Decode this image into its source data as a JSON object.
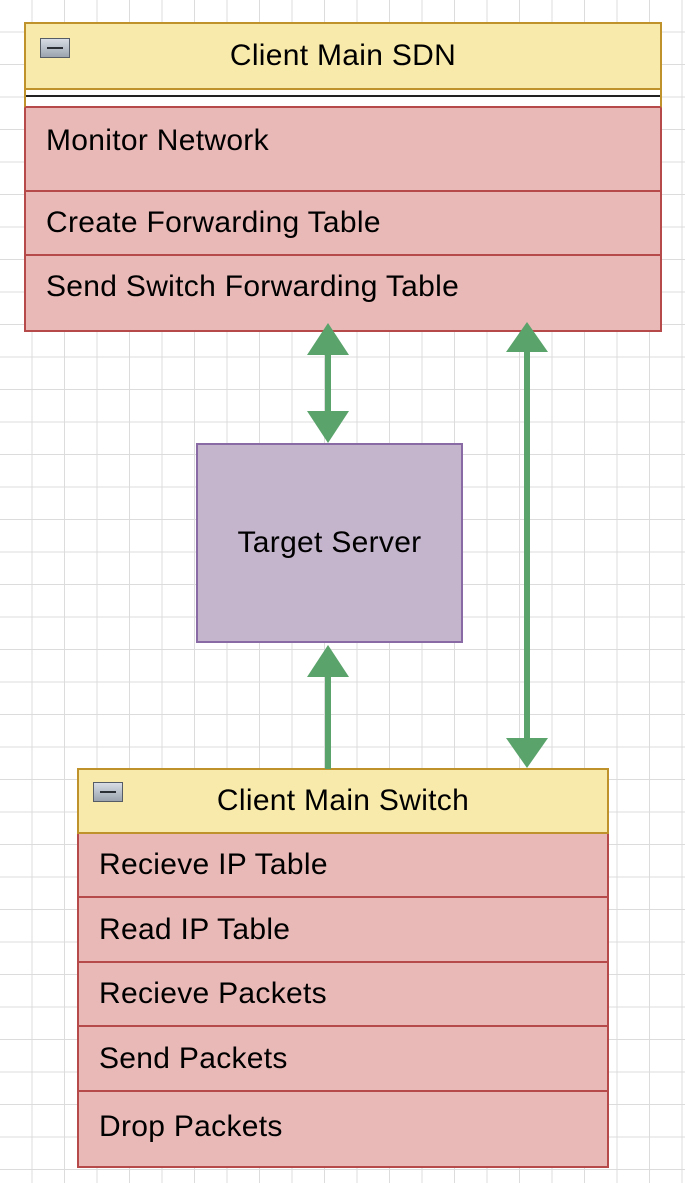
{
  "sdn": {
    "title": "Client Main SDN",
    "operations": [
      "Monitor Network",
      "Create Forwarding Table",
      "Send Switch Forwarding Table"
    ]
  },
  "server": {
    "label": "Target Server"
  },
  "switch": {
    "title": "Client Main Switch",
    "operations": [
      "Recieve IP Table",
      "Read IP Table",
      "Recieve Packets",
      "Send Packets",
      "Drop Packets"
    ]
  },
  "colors": {
    "header_fill": "#f8eaaa",
    "header_border": "#c0922c",
    "row_fill": "#e9b9b7",
    "row_border": "#b64a4a",
    "server_fill": "#c5b5cc",
    "server_border": "#8a6aa4",
    "arrow": "#5aa36b"
  },
  "icons": {
    "collapse": "collapse-minus-icon"
  }
}
